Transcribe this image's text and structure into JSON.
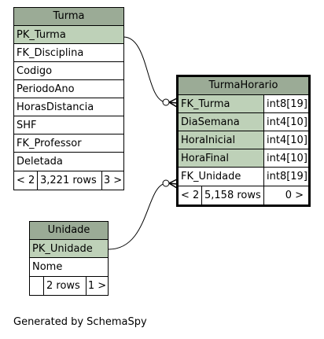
{
  "tables": {
    "turma": {
      "name": "Turma",
      "columns": [
        {
          "name": "PK_Turma",
          "key": true
        },
        {
          "name": "FK_Disciplina",
          "key": false
        },
        {
          "name": "Codigo",
          "key": false
        },
        {
          "name": "PeriodoAno",
          "key": false
        },
        {
          "name": "HorasDistancia",
          "key": false
        },
        {
          "name": "SHF",
          "key": false
        },
        {
          "name": "FK_Professor",
          "key": false
        },
        {
          "name": "Deletada",
          "key": false
        }
      ],
      "footer": {
        "parents": "< 2",
        "rows": "3,221 rows",
        "children": "3 >"
      }
    },
    "turmahorario": {
      "name": "TurmaHorario",
      "columns": [
        {
          "name": "FK_Turma",
          "type": "int8[19]",
          "key": true
        },
        {
          "name": "DiaSemana",
          "type": "int4[10]",
          "key": true
        },
        {
          "name": "HoraInicial",
          "type": "int4[10]",
          "key": true
        },
        {
          "name": "HoraFinal",
          "type": "int4[10]",
          "key": true
        },
        {
          "name": "FK_Unidade",
          "type": "int8[19]",
          "key": false
        }
      ],
      "footer": {
        "parents": "< 2",
        "rows": "5,158 rows",
        "children": "0 >"
      }
    },
    "unidade": {
      "name": "Unidade",
      "columns": [
        {
          "name": "PK_Unidade",
          "key": true
        },
        {
          "name": "Nome",
          "key": false
        }
      ],
      "footer": {
        "parents": "",
        "rows": "2 rows",
        "children": "1 >"
      }
    }
  },
  "relationships": [
    {
      "from": "turma.PK_Turma",
      "to": "turmahorario.FK_Turma"
    },
    {
      "from": "unidade.PK_Unidade",
      "to": "turmahorario.FK_Unidade"
    }
  ],
  "generated_by": "Generated by SchemaSpy"
}
